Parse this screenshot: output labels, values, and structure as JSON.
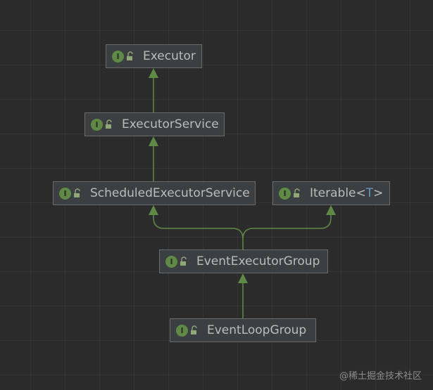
{
  "diagram": {
    "nodes": [
      {
        "id": "executor",
        "label": "Executor"
      },
      {
        "id": "executor-service",
        "label": "ExecutorService"
      },
      {
        "id": "scheduled-executor-service",
        "label": "ScheduledExecutorService"
      },
      {
        "id": "iterable",
        "label": "Iterable",
        "type_param": "T"
      },
      {
        "id": "event-executor-group",
        "label": "EventExecutorGroup"
      },
      {
        "id": "event-loop-group",
        "label": "EventLoopGroup"
      }
    ],
    "node_icon": "interface-icon",
    "node_icon_letter": "I",
    "visibility_icon": "unlocked-padlock-icon",
    "edges": [
      {
        "from": "executor-service",
        "to": "executor",
        "type": "extends"
      },
      {
        "from": "scheduled-executor-service",
        "to": "executor-service",
        "type": "extends"
      },
      {
        "from": "event-executor-group",
        "to": "scheduled-executor-service",
        "type": "extends"
      },
      {
        "from": "event-executor-group",
        "to": "iterable",
        "type": "extends"
      },
      {
        "from": "event-loop-group",
        "to": "event-executor-group",
        "type": "extends"
      }
    ],
    "colors": {
      "background": "#2b2b2b",
      "node_fill": "#3c3f41",
      "node_border": "#6b6b6b",
      "edge": "#5f8a46",
      "text": "#bbbbbb",
      "type_param": "#6897bb"
    }
  },
  "watermark": "@稀土掘金技术社区"
}
